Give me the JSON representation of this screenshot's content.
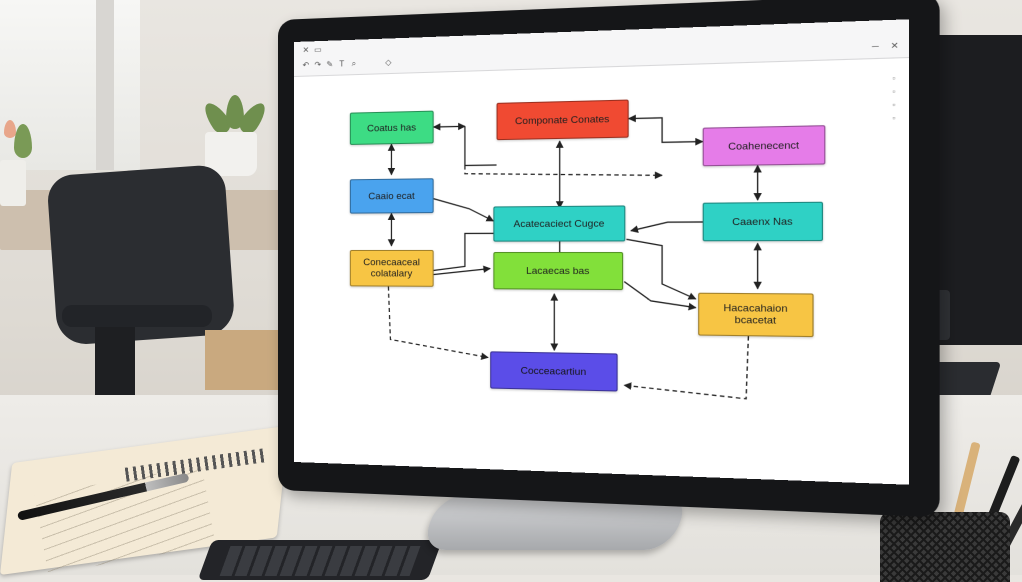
{
  "scene": {
    "description_free": true,
    "diagram": {
      "nodes": [
        {
          "id": "n1",
          "label": "Coatus has",
          "color": "#3ddc84"
        },
        {
          "id": "n2",
          "label": "Componate Conates",
          "color": "#f04a32"
        },
        {
          "id": "n3",
          "label": "Coahenecenct",
          "color": "#e57ce8"
        },
        {
          "id": "n4",
          "label": "Caaio ecat",
          "color": "#4aa3ee"
        },
        {
          "id": "n5",
          "label": "Acatecaciect Cugce",
          "color": "#2fd1c5"
        },
        {
          "id": "n6",
          "label": "Caaenx Nas",
          "color": "#2fd1c5"
        },
        {
          "id": "n7",
          "label": "Conecaaceal\ncolatalary",
          "color": "#f7c544"
        },
        {
          "id": "n8",
          "label": "Lacaecas bas",
          "color": "#82e03a"
        },
        {
          "id": "n9",
          "label": "Hacacahaion\nbcacetat",
          "color": "#f7c544"
        },
        {
          "id": "n10",
          "label": "Cocceacartiun",
          "color": "#5b4de8"
        }
      ]
    }
  },
  "toolbar": {
    "icons": [
      "close-icon",
      "folder-icon",
      "undo-icon",
      "redo-icon",
      "pen-icon",
      "text-icon",
      "zoom-icon"
    ]
  }
}
